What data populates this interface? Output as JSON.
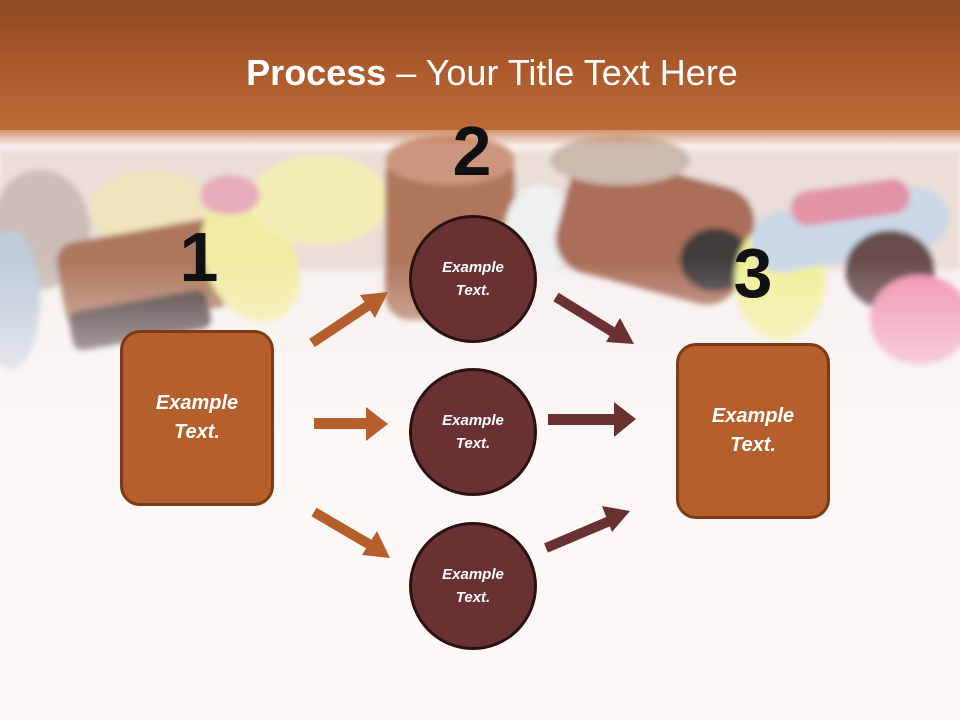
{
  "title": {
    "bold": "Process",
    "rest": " – Your Title Text Here"
  },
  "steps": [
    {
      "number": "1",
      "label": "Example\nText."
    },
    {
      "number": "2",
      "label": "Example\nText."
    },
    {
      "number": "3",
      "label": "Example\nText."
    }
  ],
  "middle": [
    {
      "label": "Example\nText."
    },
    {
      "label": "Example\nText."
    },
    {
      "label": "Example\nText."
    }
  ],
  "colors": {
    "header": "#a9582a",
    "box_fill": "#b55f2c",
    "circle_fill": "#6a3133",
    "arrow_left": "#b55f2c",
    "arrow_right": "#6a3133"
  }
}
